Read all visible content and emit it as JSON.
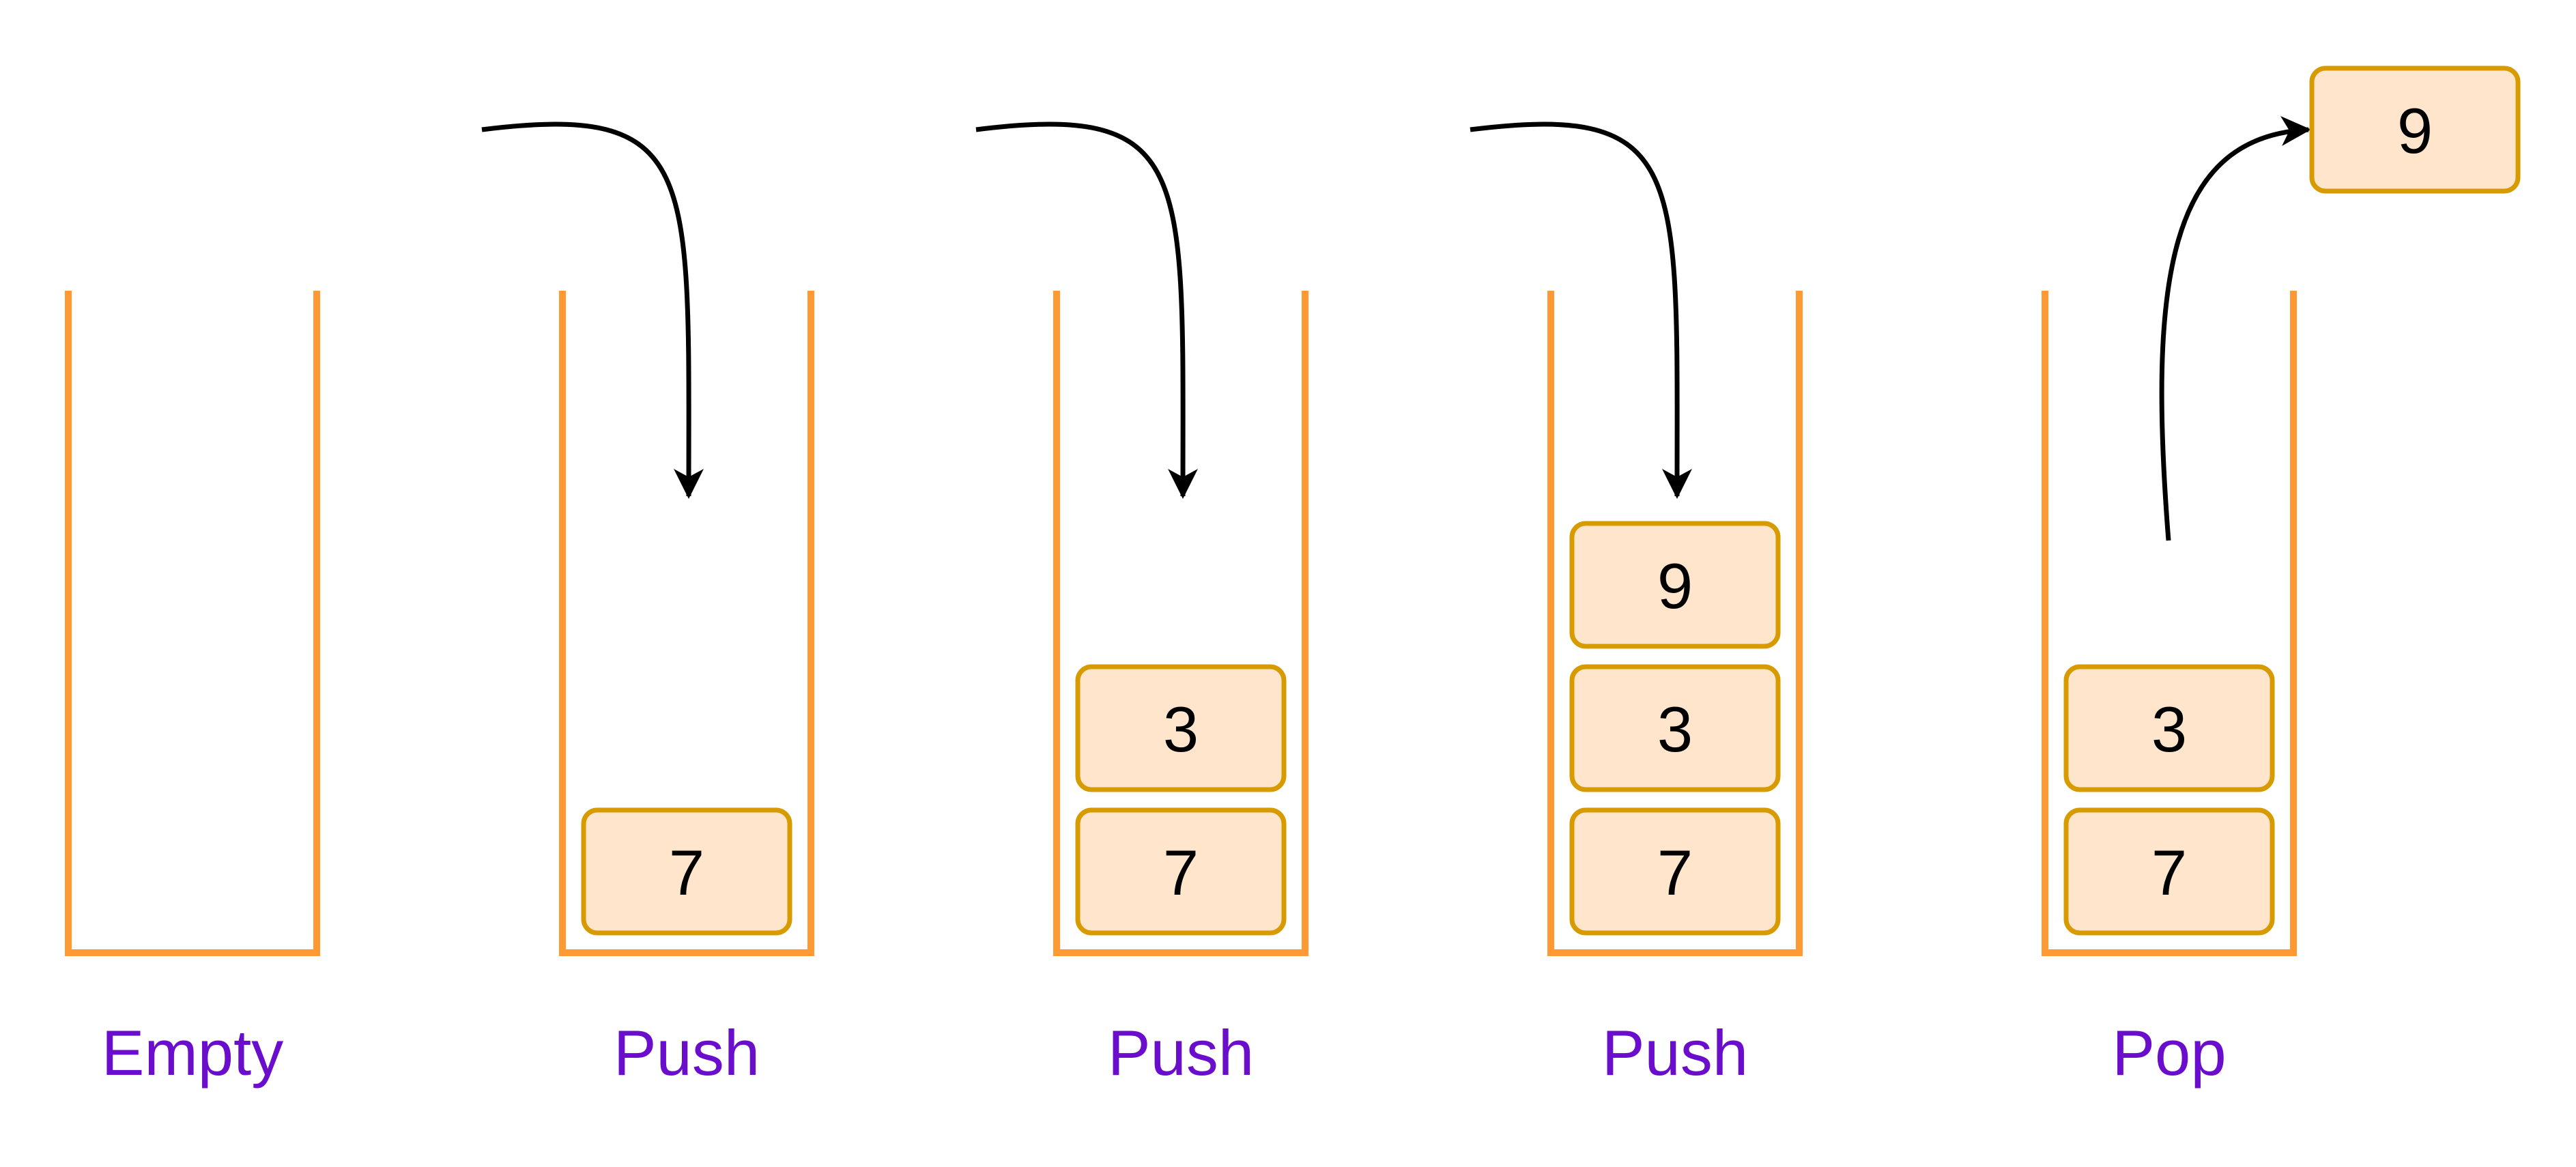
{
  "colors": {
    "container": "#FF9933",
    "box_fill": "#FFE5CC",
    "box_stroke": "#D79B00",
    "label": "#6A0DCC",
    "arrow": "#000000",
    "text": "#000000"
  },
  "stacks": [
    {
      "label": "Empty",
      "items": []
    },
    {
      "label": "Push",
      "items": [
        "7"
      ]
    },
    {
      "label": "Push",
      "items": [
        "7",
        "3"
      ]
    },
    {
      "label": "Push",
      "items": [
        "7",
        "3",
        "9"
      ]
    },
    {
      "label": "Pop",
      "items": [
        "7",
        "3"
      ]
    }
  ],
  "popped": {
    "value": "9"
  }
}
